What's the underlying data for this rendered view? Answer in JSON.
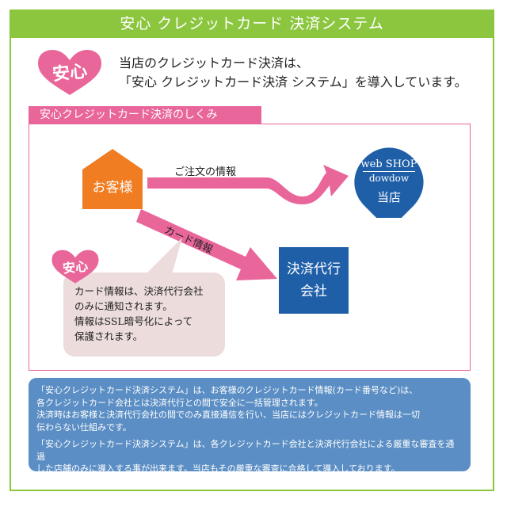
{
  "header": {
    "title": "安心 クレジットカード 決済システム"
  },
  "intro": {
    "badge": "安心",
    "line1": "当店のクレジットカード決済は、",
    "line2": "「安心 クレジットカード決済 システム」を導入しています。"
  },
  "diagram": {
    "section_title": "安心クレジットカード決済のしくみ",
    "customer_label": "お客様",
    "order_label": "ご注文の情報",
    "card_label": "カード情報",
    "shop": {
      "line1": "web SHOP",
      "line2": "dowdow",
      "line3": "当店"
    },
    "agent": {
      "line1": "決済代行",
      "line2": "会社"
    },
    "bubble": {
      "badge": "安心",
      "lines": [
        "カード情報は、決済代行会社",
        "のみに通知されます。",
        "情報はSSL暗号化によって",
        "保護されます。"
      ]
    }
  },
  "info": {
    "para1": [
      "「安心クレジットカード決済システム」は、お客様のクレジットカード情報(カード番号など)は、",
      "各クレジットカード会社とは決済代行との間で安全に一括管理されます。",
      "決済時はお客様と決済代行会社の間でのみ直接通信を行い、当店にはクレジットカード情報は一切",
      "伝わらない仕組みです。"
    ],
    "para2": [
      "「安心クレジットカード決済システム」は、各クレジットカード会社と決済代行会社による厳重な審査を通過",
      "した店舗のみに導入する事が出来ます。当店もその厳重な審査に合格して導入しております。"
    ]
  },
  "colors": {
    "green": "#8cc63f",
    "pink": "#e9669b",
    "orange": "#f07d22",
    "blue": "#1f5fa8",
    "info_blue": "#5b8ec4"
  }
}
